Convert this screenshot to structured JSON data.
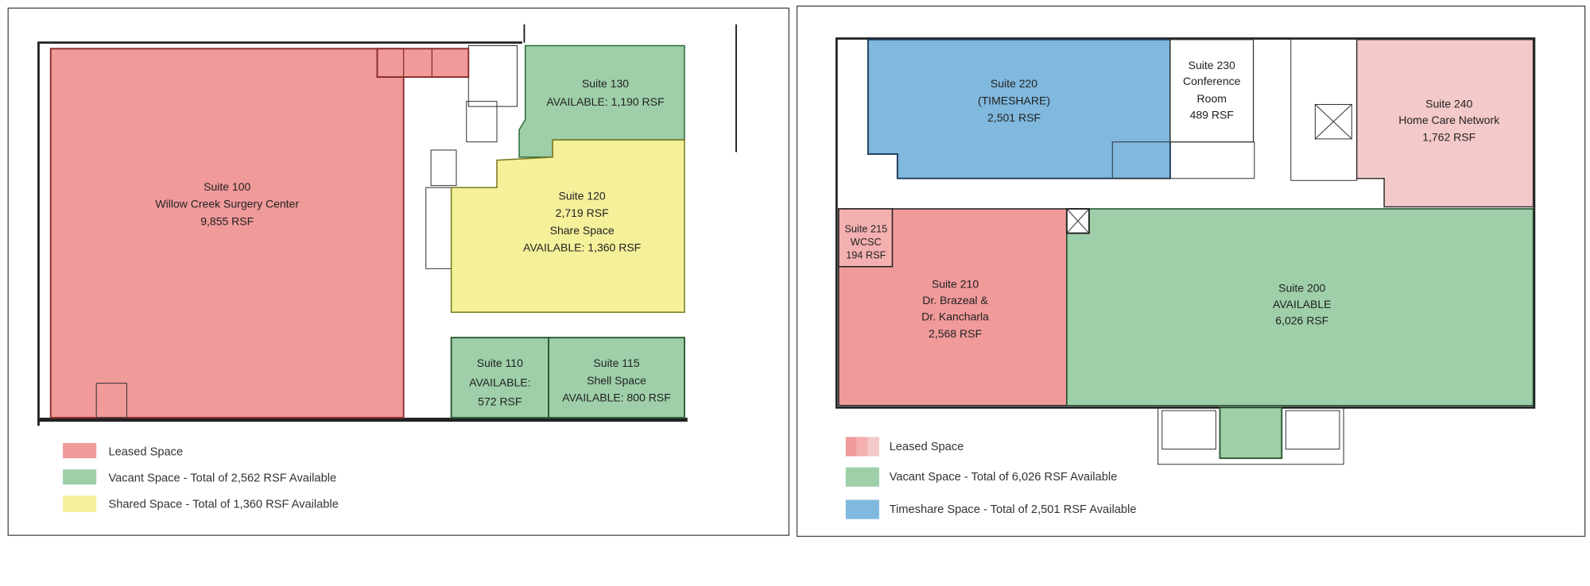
{
  "colors": {
    "leased": "#f09a9a",
    "leased_light": "#f4c9c9",
    "vacant": "#9ecfa9",
    "shared": "#f5f09a",
    "timeshare": "#80b8de"
  },
  "first_floor": {
    "suites": [
      {
        "lines": [
          "Suite 100",
          "Willow Creek Surgery Center",
          "9,855 RSF"
        ],
        "status": "leased"
      },
      {
        "lines": [
          "Suite 130",
          "AVAILABLE: 1,190 RSF"
        ],
        "status": "vacant"
      },
      {
        "lines": [
          "Suite 120",
          "2,719 RSF",
          "Share Space",
          "AVAILABLE: 1,360 RSF"
        ],
        "status": "shared"
      },
      {
        "lines": [
          "Suite 110",
          "AVAILABLE:",
          "572 RSF"
        ],
        "status": "vacant"
      },
      {
        "lines": [
          "Suite 115",
          "Shell Space",
          "AVAILABLE: 800 RSF"
        ],
        "status": "vacant"
      }
    ],
    "legend": [
      "Leased Space",
      "Vacant Space - Total of 2,562 RSF Available",
      "Shared Space - Total of 1,360 RSF Available"
    ]
  },
  "second_floor": {
    "suites": [
      {
        "lines": [
          "Suite 220",
          "(TIMESHARE)",
          "2,501 RSF"
        ],
        "status": "timeshare"
      },
      {
        "lines": [
          "Suite 230",
          "Conference",
          "Room",
          "489 RSF"
        ],
        "status": "common"
      },
      {
        "lines": [
          "Suite 240",
          "Home Care Network",
          "1,762 RSF"
        ],
        "status": "leased"
      },
      {
        "lines": [
          "Suite 215",
          "WCSC",
          "194 RSF"
        ],
        "status": "leased"
      },
      {
        "lines": [
          "Suite 210",
          "Dr. Brazeal &",
          "Dr. Kancharla",
          "2,568 RSF"
        ],
        "status": "leased"
      },
      {
        "lines": [
          "Suite 200",
          "AVAILABLE",
          "6,026 RSF"
        ],
        "status": "vacant"
      }
    ],
    "legend": [
      "Leased Space",
      "Vacant Space - Total of 6,026 RSF Available",
      "Timeshare Space - Total of 2,501 RSF Available"
    ]
  }
}
